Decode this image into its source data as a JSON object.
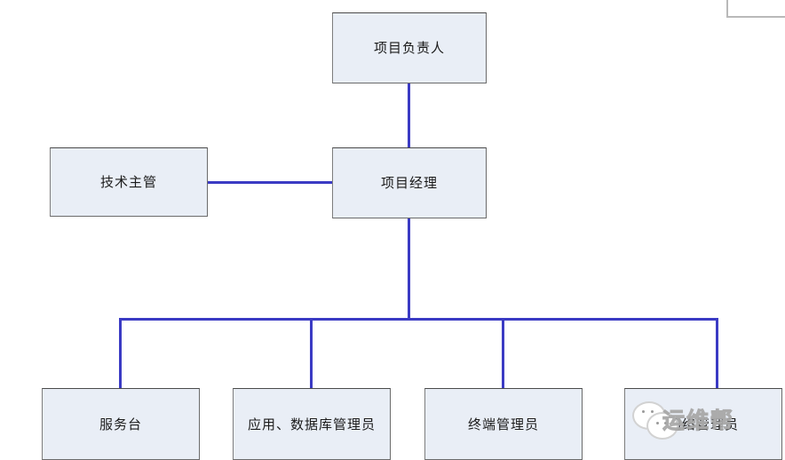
{
  "diagram": {
    "type": "organization-chart",
    "title": "",
    "accent_color": "#3b3bc4",
    "node_fill_color": "#e9eef6",
    "node_border_color": "#6b6b6b",
    "nodes": [
      {
        "id": "leader",
        "label": "项目负责人",
        "level": 1
      },
      {
        "id": "tech",
        "label": "技术主管",
        "level": 2
      },
      {
        "id": "pm",
        "label": "项目经理",
        "level": 2
      },
      {
        "id": "desk",
        "label": "服务台",
        "level": 3
      },
      {
        "id": "appdb",
        "label": "应用、数据库管理员",
        "level": 3
      },
      {
        "id": "terminal",
        "label": "终端管理员",
        "level": 3
      },
      {
        "id": "network",
        "label": "网络管理员",
        "level": 3
      }
    ],
    "edges": [
      {
        "from": "leader",
        "to": "pm"
      },
      {
        "from": "tech",
        "to": "pm"
      },
      {
        "from": "pm",
        "to": "desk"
      },
      {
        "from": "pm",
        "to": "appdb"
      },
      {
        "from": "pm",
        "to": "terminal"
      },
      {
        "from": "pm",
        "to": "network"
      }
    ]
  },
  "watermark": {
    "text": "运维帮",
    "logo_icon": "wechat-bubbles-icon"
  }
}
